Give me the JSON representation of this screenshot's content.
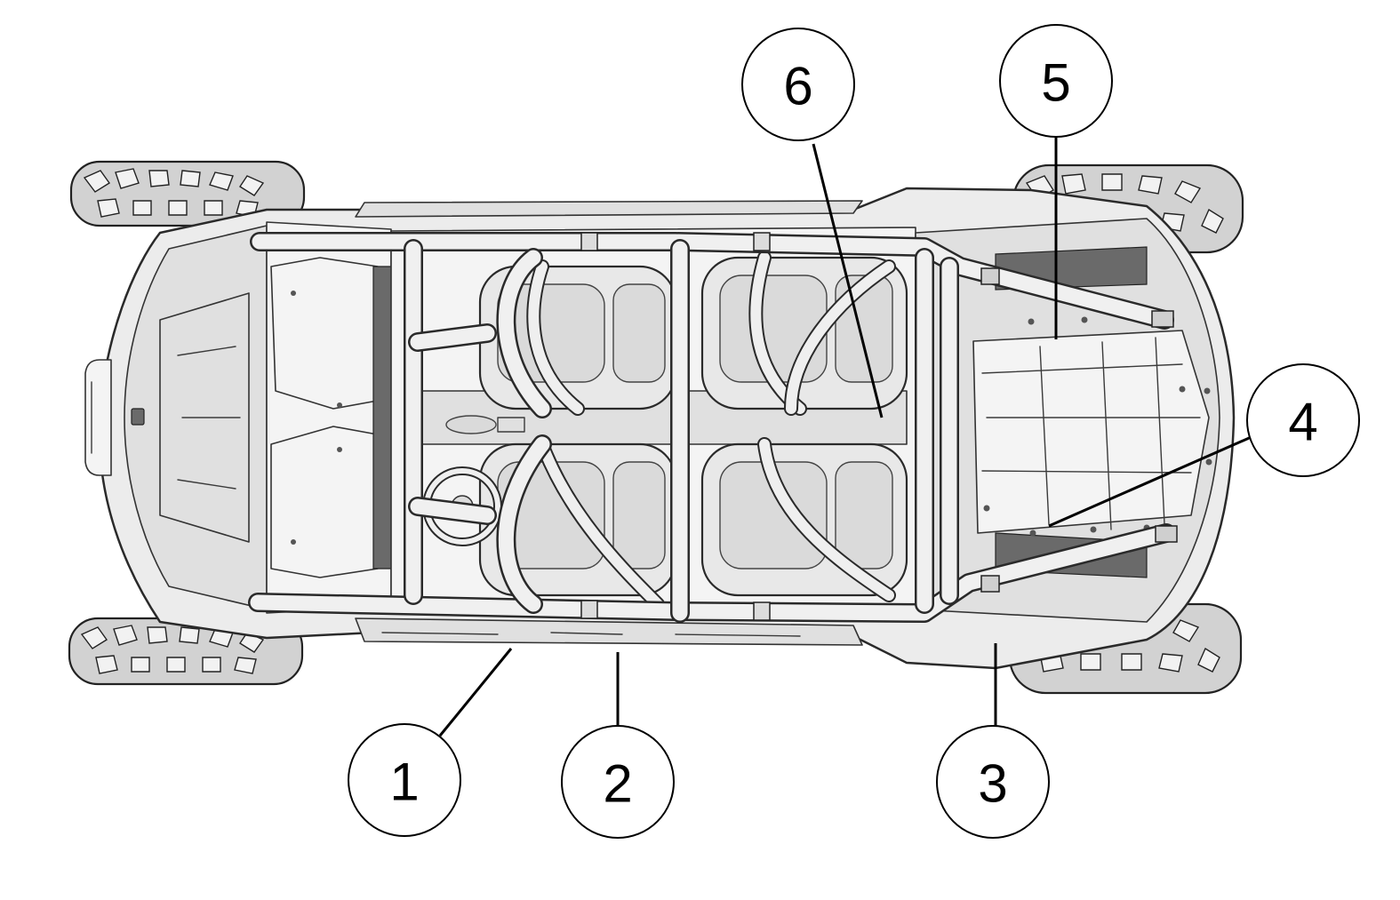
{
  "diagram": {
    "callouts": [
      {
        "id": "callout-1",
        "label": "1"
      },
      {
        "id": "callout-2",
        "label": "2"
      },
      {
        "id": "callout-3",
        "label": "3"
      },
      {
        "id": "callout-4",
        "label": "4"
      },
      {
        "id": "callout-5",
        "label": "5"
      },
      {
        "id": "callout-6",
        "label": "6"
      }
    ]
  }
}
